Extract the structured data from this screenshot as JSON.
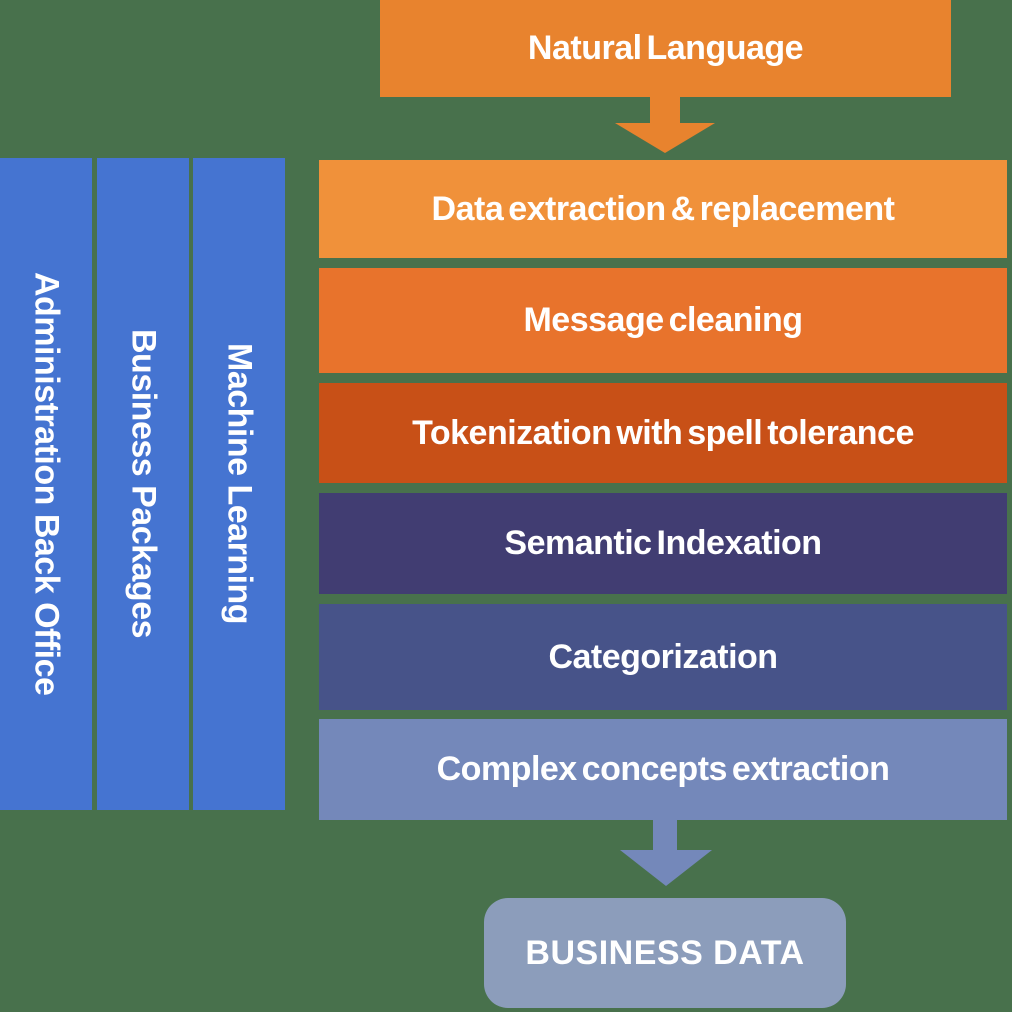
{
  "background_color": "#48714C",
  "top_box": {
    "label": "Natural Language",
    "color": "#E8832E"
  },
  "arrows": {
    "top": {
      "name": "down-arrow",
      "color": "#E8832E"
    },
    "bottom": {
      "name": "down-arrow",
      "color": "#7488BA"
    }
  },
  "side_columns": {
    "color": "#4574D1",
    "items": [
      {
        "label": "Administration Back Office"
      },
      {
        "label": "Business Packages"
      },
      {
        "label": "Machine Learning"
      }
    ]
  },
  "pipeline": {
    "steps": [
      {
        "label": "Data extraction & replacement",
        "color": "#F0913A"
      },
      {
        "label": "Message cleaning",
        "color": "#E8732C"
      },
      {
        "label": "Tokenization with spell tolerance",
        "color": "#C85017"
      },
      {
        "label": "Semantic Indexation",
        "color": "#413D72"
      },
      {
        "label": "Categorization",
        "color": "#475389"
      },
      {
        "label": "Complex concepts extraction",
        "color": "#7488BA"
      }
    ]
  },
  "output_box": {
    "label": "BUSINESS DATA",
    "color": "#8C9DBB"
  }
}
